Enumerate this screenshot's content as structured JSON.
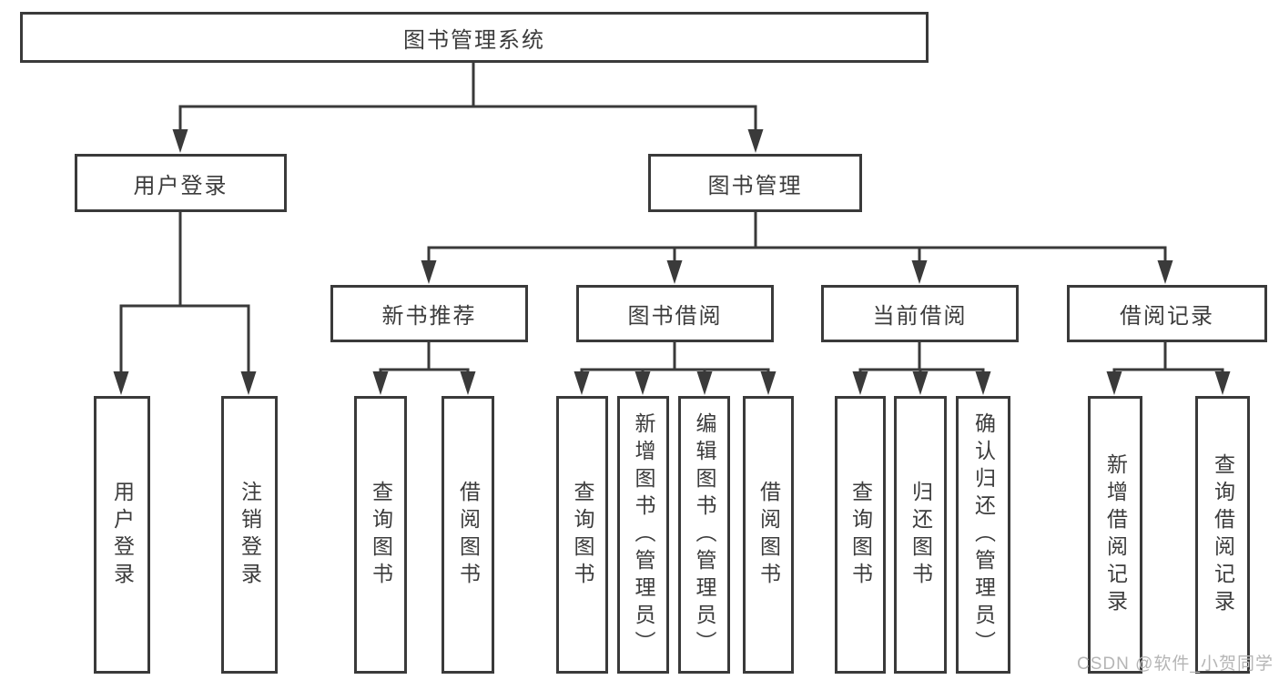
{
  "diagram": {
    "root": {
      "label": "图书管理系统"
    },
    "branches": [
      {
        "label": "用户登录",
        "children": [
          {
            "label": "用户登录"
          },
          {
            "label": "注销登录"
          }
        ]
      },
      {
        "label": "图书管理",
        "children": [
          {
            "label": "新书推荐",
            "children": [
              {
                "label": "查询图书"
              },
              {
                "label": "借阅图书"
              }
            ]
          },
          {
            "label": "图书借阅",
            "children": [
              {
                "label": "查询图书"
              },
              {
                "label": "新增图书（管理员）"
              },
              {
                "label": "编辑图书（管理员）"
              },
              {
                "label": "借阅图书"
              }
            ]
          },
          {
            "label": "当前借阅",
            "children": [
              {
                "label": "查询图书"
              },
              {
                "label": "归还图书"
              },
              {
                "label": "确认归还（管理员）"
              }
            ]
          },
          {
            "label": "借阅记录",
            "children": [
              {
                "label": "新增借阅记录"
              },
              {
                "label": "查询借阅记录"
              }
            ]
          }
        ]
      }
    ]
  },
  "watermark": "CSDN @软件_小贺同学",
  "colors": {
    "line": "#3a3a3a",
    "text": "#3c3c3c",
    "background": "#ffffff",
    "watermark": "#b5b5b5"
  }
}
